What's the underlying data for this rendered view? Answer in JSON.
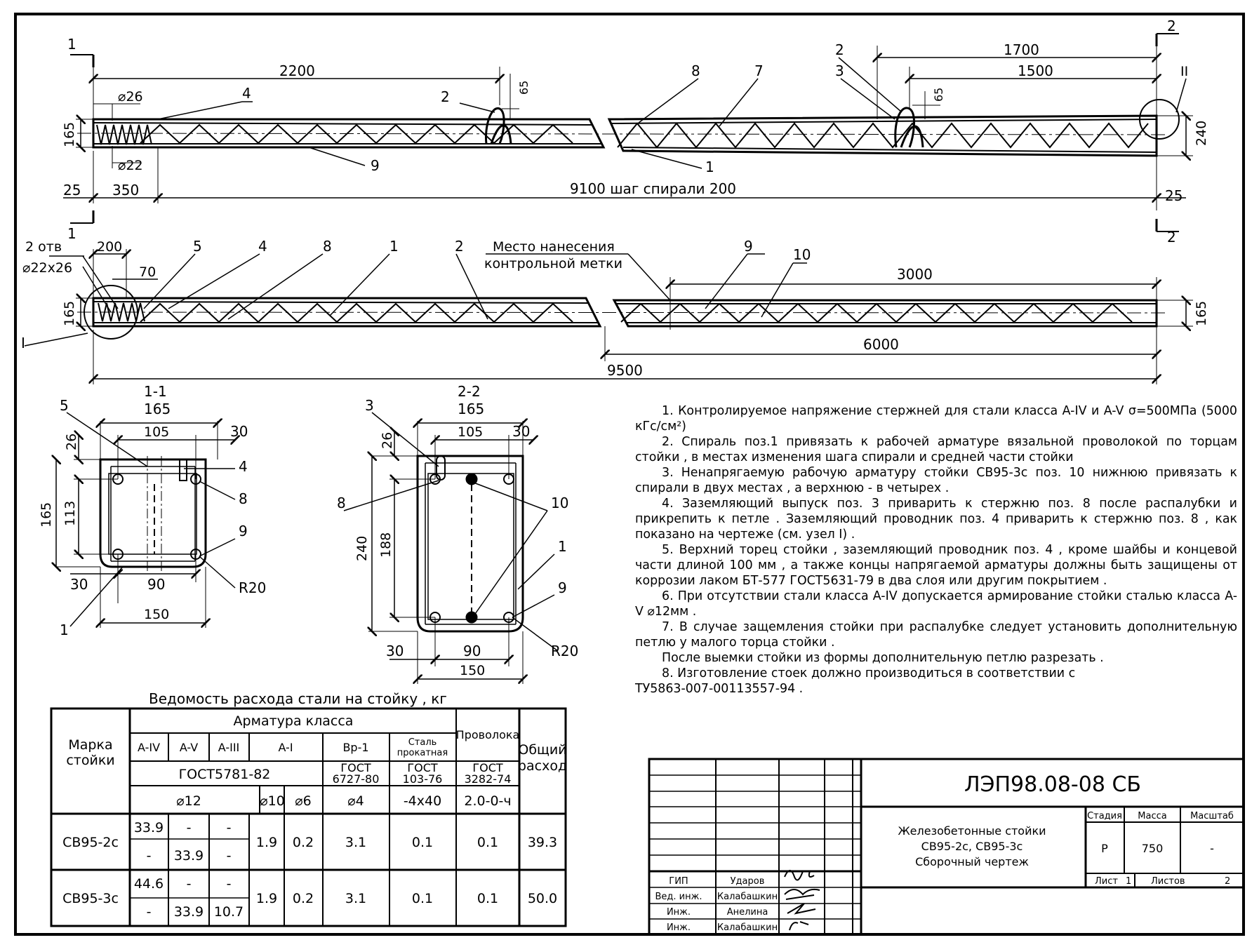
{
  "elevation": {
    "top": {
      "dim_total": "2200",
      "dim_1700": "1700",
      "dim_1500": "1500",
      "dim_65_left": "65",
      "dim_65_right": "65",
      "dim_165": "165",
      "dim_240": "240",
      "dia_26": "⌀26",
      "dia_22": "⌀22",
      "dim_25_left": "25",
      "dim_25_right": "25",
      "dim_350": "350",
      "spiral_step": "9100 шаг спирали 200",
      "section_1": "1",
      "section_2": "2",
      "node_II": "II",
      "pos": [
        "4",
        "2",
        "9",
        "8",
        "7",
        "3",
        "2",
        "1"
      ]
    },
    "bottom": {
      "holes": "2 отв",
      "holes_size": "⌀22x26",
      "dim_200": "200",
      "dim_70": "70",
      "dim_165_left": "165",
      "dim_165_right": "165",
      "mark_place_1": "Место нанесения",
      "mark_place_2": "контрольной метки",
      "dim_3000": "3000",
      "dim_6000": "6000",
      "dim_9500": "9500",
      "node_I": "I",
      "pos": [
        "5",
        "4",
        "8",
        "1",
        "2",
        "9",
        "10"
      ]
    }
  },
  "section_1_1": {
    "title": "1-1",
    "dim_165_top": "165",
    "dim_105": "105",
    "dim_30_top": "30",
    "dim_26": "26",
    "dim_165_left": "165",
    "dim_113": "113",
    "dim_30_bottom": "30",
    "dim_90": "90",
    "dim_150": "150",
    "radius": "R20",
    "pos": [
      "5",
      "4",
      "8",
      "9",
      "1"
    ]
  },
  "section_2_2": {
    "title": "2-2",
    "dim_165_top": "165",
    "dim_105": "105",
    "dim_30_top": "30",
    "dim_26": "26",
    "dim_240": "240",
    "dim_188": "188",
    "dim_30_bottom": "30",
    "dim_90": "90",
    "dim_150": "150",
    "radius": "R20",
    "pos": [
      "3",
      "8",
      "10",
      "1",
      "9"
    ]
  },
  "notes": [
    "1. Контролируемое напряжение стержней для стали класса A-IV и A-V σ=500МПа (5000 кГс/см²)",
    "2. Спираль поз.1 привязать к рабочей арматуре вязальной проволокой по торцам стойки , в местах изменения шага спирали и средней части стойки",
    "3. Ненапрягаемую рабочую арматуру стойки СВ95-3с поз. 10 нижнюю привязать к спирали в двух местах , а верхнюю - в четырех .",
    "4. Заземляющий выпуск поз. 3 приварить к стержню поз. 8 после распалубки и прикрепить к петле . Заземляющий проводник поз. 4 приварить к стержню поз. 8 , как показано на чертеже (см. узел I) .",
    "5. Верхний торец стойки , заземляющий проводник поз. 4 , кроме шайбы и концевой части длиной 100 мм , а также концы напрягаемой арматуры должны быть защищены от коррозии лаком БТ-577 ГОСТ5631-79 в два слоя или другим покрытием .",
    "6. При отсутствии стали класса A-IV допускается армирование стойки сталью класса A-V ⌀12мм .",
    "7. В случае защемления стойки при распалубке следует установить дополнительную петлю у малого торца стойки .",
    "После выемки стойки из формы  дополнительную петлю разрезать .",
    "8. Изготовление стоек должно производиться в соответствии с",
    "ТУ5863-007-00113557-94 ."
  ],
  "steel_table": {
    "title": "Ведомость расхода стали на стойку , кг",
    "h_mark": [
      "Марка",
      "стойки"
    ],
    "h_armature": "Арматура класса",
    "h_classes": [
      "A-IV",
      "A-V",
      "A-III",
      "A-I",
      "Вр-1"
    ],
    "h_steel": [
      "Сталь",
      "прокатная"
    ],
    "h_wire": "Проволока",
    "h_total": [
      "Общий",
      "расход"
    ],
    "h_gost": [
      "ГОСТ5781-82",
      "ГОСТ",
      "6727-80",
      "ГОСТ",
      "103-76",
      "ГОСТ",
      "3282-74"
    ],
    "h_sizes": [
      "⌀12",
      "⌀10",
      "⌀6",
      "⌀4",
      "-4x40",
      "2.0-0-ч"
    ],
    "rows": [
      {
        "mark": "СВ95-2с",
        "a4": [
          "33.9",
          "-"
        ],
        "a5": [
          "-",
          "33.9"
        ],
        "a3": [
          "-",
          "-"
        ],
        "a1_10": "1.9",
        "a1_6": "0.2",
        "vr": "3.1",
        "steel": "0.1",
        "wire": "0.1",
        "total": "39.3"
      },
      {
        "mark": "СВ95-3с",
        "a4": [
          "44.6",
          "-"
        ],
        "a5": [
          "-",
          "33.9"
        ],
        "a3": [
          "-",
          "10.7"
        ],
        "a1_10": "1.9",
        "a1_6": "0.2",
        "vr": "3.1",
        "steel": "0.1",
        "wire": "0.1",
        "total": "50.0"
      }
    ]
  },
  "title_block": {
    "doc_code": "ЛЭП98.08-08  СБ",
    "name": [
      "Железобетонные стойки",
      "СВ95-2с, СВ95-3с",
      "Сборочный чертеж"
    ],
    "h_stage": "Стадия",
    "h_mass": "Масса",
    "h_scale": "Масштаб",
    "stage": "Р",
    "mass": "750",
    "scale": "-",
    "sheet_label": "Лист",
    "sheet": "1",
    "sheets_label": "Листов",
    "sheets": "2",
    "people": [
      {
        "role": "ГИП",
        "name": "Ударов"
      },
      {
        "role": "Вед. инж.",
        "name": "Калабашкин"
      },
      {
        "role": "Инж.",
        "name": "Анелина"
      },
      {
        "role": "Инж.",
        "name": "Калабашкин"
      }
    ]
  }
}
